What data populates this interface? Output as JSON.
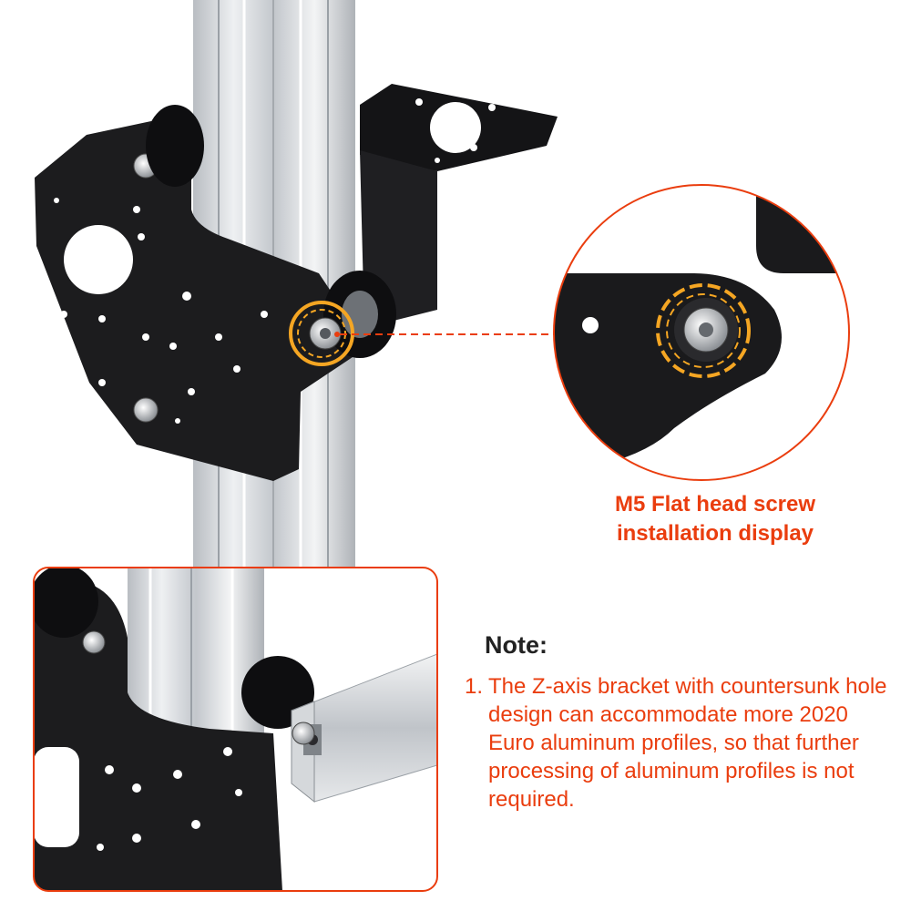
{
  "callout": {
    "line1": "M5 Flat head screw",
    "line2": "installation display"
  },
  "note": {
    "title": "Note:",
    "items": [
      {
        "number": "1.",
        "text": "The Z-axis bracket with countersunk hole design can accommodate more 2020 Euro aluminum profiles, so that further processing of aluminum profiles is not required."
      }
    ]
  },
  "colors": {
    "accent": "#ea3d0e",
    "highlight_ring": "#f5a623",
    "plate": "#1c1c1e",
    "aluminum": "#c9ccd0"
  }
}
